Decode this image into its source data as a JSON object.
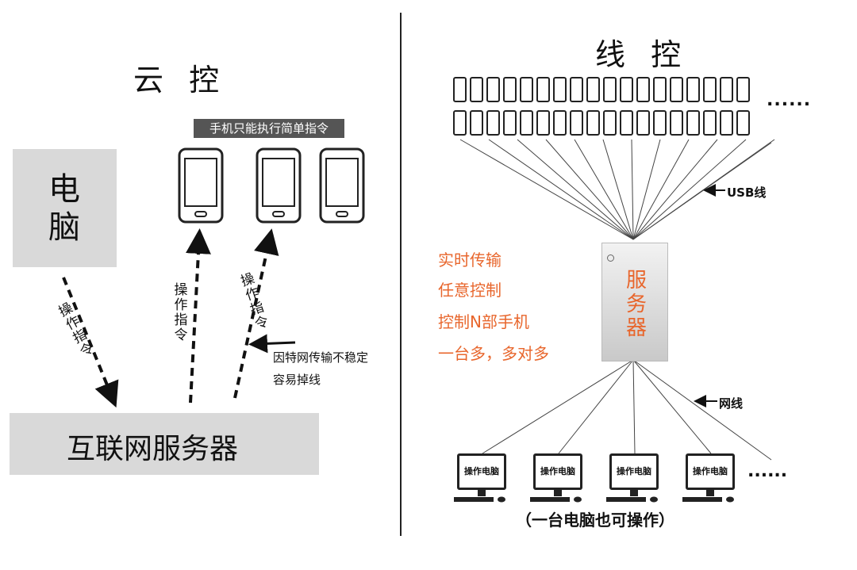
{
  "left": {
    "title": "云 控",
    "computer_label_line1": "电",
    "computer_label_line2": "脑",
    "phone_note": "手机只能执行简单指令",
    "arrow_label_1": [
      "操",
      "作",
      "指",
      "令"
    ],
    "arrow_label_2": [
      "操",
      "作",
      "指",
      "令"
    ],
    "arrow_label_3": [
      "操",
      "作",
      "指",
      "令"
    ],
    "unstable_line1": "因特网传输不稳定",
    "unstable_line2": "容易掉线",
    "server_label": "互联网服务器"
  },
  "right": {
    "title": "线 控",
    "dots_top": "......",
    "usb_label": "USB线",
    "features": [
      "实时传输",
      "任意控制",
      "控制N部手机",
      "一台多，多对多"
    ],
    "server_chars": [
      "服",
      "务",
      "器"
    ],
    "network_label": "网线",
    "monitor_label": "操作电脑",
    "dots_bottom": "......",
    "caption": "（一台电脑也可操作）"
  },
  "colors": {
    "accent": "#e8662c",
    "panel_gray": "#d9d9d9",
    "dark": "#222222"
  }
}
